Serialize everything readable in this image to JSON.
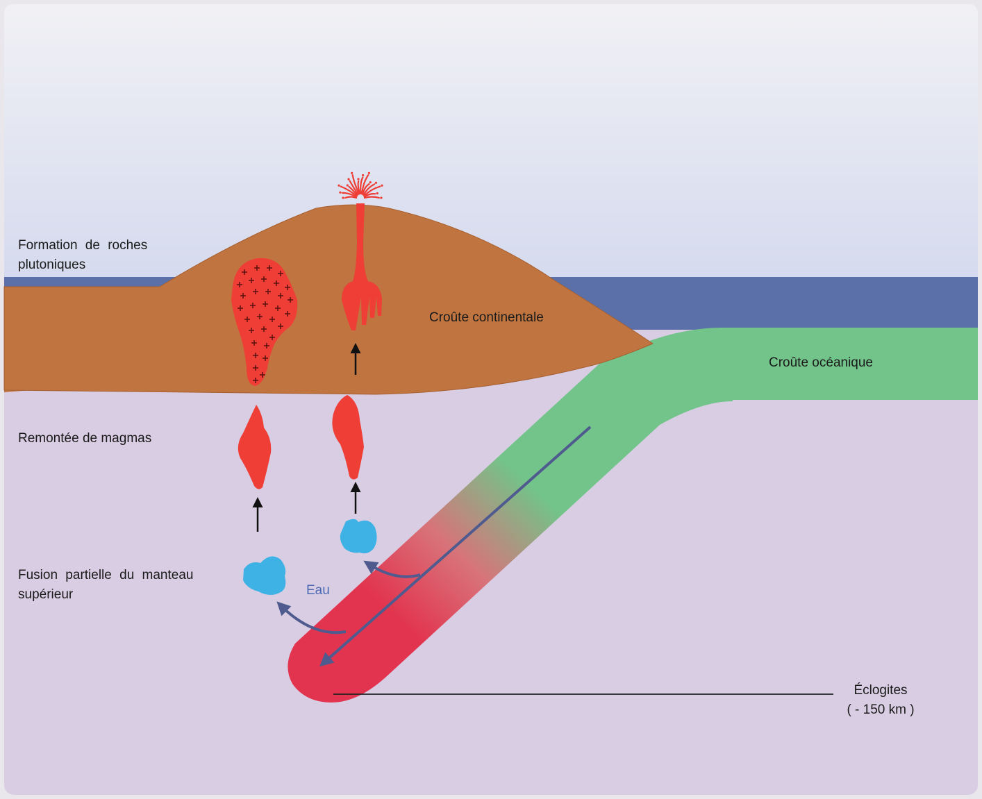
{
  "labels": {
    "plutonic_line1": "Formation de roches",
    "plutonic_line2": "plutoniques",
    "continental_crust": "Croûte continentale",
    "oceanic_crust": "Croûte océanique",
    "magma_rise": "Remontée de magmas",
    "partial_melt_line1": "Fusion partielle du manteau",
    "partial_melt_line2": "supérieur",
    "water": "Eau",
    "eclogites_line1": "Éclogites",
    "eclogites_line2": "( - 150 km )"
  },
  "colors": {
    "sky": "#d7dcee",
    "mantle": "#d9cde3",
    "ocean": "#5b70a8",
    "continental_crust": "#c0743f",
    "oceanic_crust": "#72c48a",
    "magma": "#ee3e36",
    "slab_hot": "#e2344f",
    "water_blob": "#3fb2e5",
    "arrow": "#4f5b8e"
  },
  "icons": [
    "volcano-eruption-icon",
    "plutonic-cross-pattern-icon",
    "magma-blob-icon",
    "water-droplet-icon"
  ]
}
